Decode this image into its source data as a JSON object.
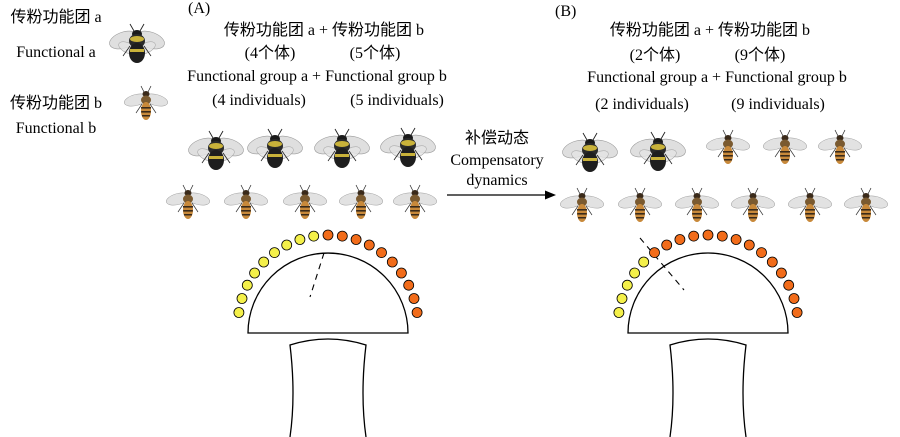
{
  "legend": {
    "a_cn": "传粉功能团 a",
    "a_en": "Functional a",
    "b_cn": "传粉功能团 b",
    "b_en": "Functional b"
  },
  "panel_a": {
    "label": "(A)",
    "line1": "传粉功能团 a + 传粉功能团 b",
    "count_a": "(4个体)",
    "count_b": "(5个体)",
    "line3": "Functional group a + Functional group b",
    "ind_a": "(4 individuals)",
    "ind_b": "(5 individuals)",
    "group_a_individuals": 4,
    "group_b_individuals": 5,
    "yellow_florets": 9,
    "orange_florets": 10
  },
  "panel_b": {
    "label": "(B)",
    "line1": "传粉功能团 a + 传粉功能团 b",
    "count_a": "(2个体)",
    "count_b": "(9个体)",
    "line3": "Functional group a + Functional group b",
    "ind_a": "(2 individuals)",
    "ind_b": "(9 individuals)",
    "group_a_individuals": 2,
    "group_b_individuals": 9,
    "yellow_florets": 5,
    "orange_florets": 14
  },
  "arrow": {
    "cn": "补偿动态",
    "en1": "Compensatory",
    "en2": "dynamics"
  },
  "colors": {
    "yellow": "#f4f04a",
    "orange": "#f26c1a",
    "bumblebee_band": "#c9b23a",
    "honeybee_body": "#c8893a"
  }
}
